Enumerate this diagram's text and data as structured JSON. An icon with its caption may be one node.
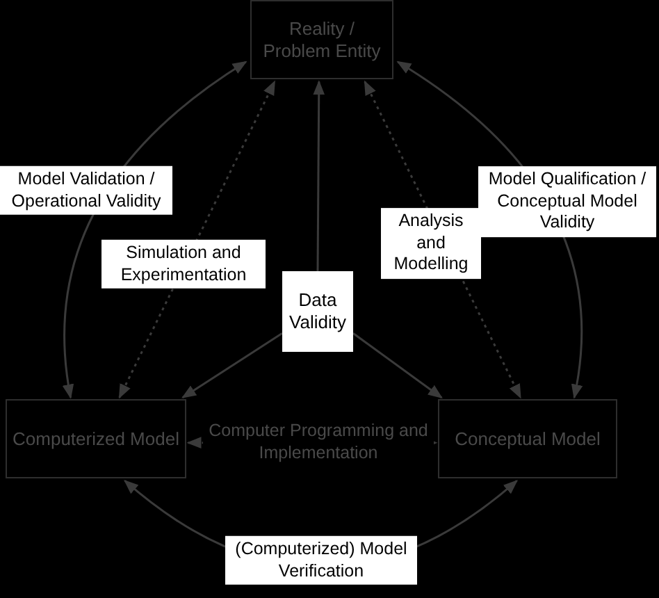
{
  "diagram": {
    "nodes": [
      {
        "text": [
          "Reality / Problem Entity"
        ]
      },
      {
        "text": [
          "Computerized Model"
        ]
      },
      {
        "text": [
          "Conceptual Model"
        ]
      },
      {
        "text": [
          "Data Validity"
        ]
      }
    ],
    "edges": [
      {
        "from": 1,
        "to": 0,
        "arrow": "both",
        "label": "Model Validation / Operational Validity"
      },
      {
        "from": 2,
        "to": 0,
        "arrow": "both",
        "label": "Model Qualification / Conceptual Model Validity"
      },
      {
        "from": 1,
        "to": 0,
        "arrow": "both",
        "style": "dashed",
        "label": "Simulation and Experimentation"
      },
      {
        "from": 0,
        "to": 2,
        "arrow": "both",
        "style": "dashed",
        "label": "Analysis and Modelling"
      },
      {
        "from": 1,
        "to": 2,
        "arrow": "both",
        "style": "dashed",
        "label": "Computer Programming and Implementation"
      },
      {
        "from": 1,
        "to": 2,
        "arrow": "both",
        "label": "(Computerized) Model Verification"
      },
      {
        "from": 3,
        "to": 0,
        "arrow": "to"
      },
      {
        "from": 3,
        "to": 1,
        "arrow": "to"
      },
      {
        "from": 3,
        "to": 2,
        "arrow": "to"
      }
    ]
  }
}
